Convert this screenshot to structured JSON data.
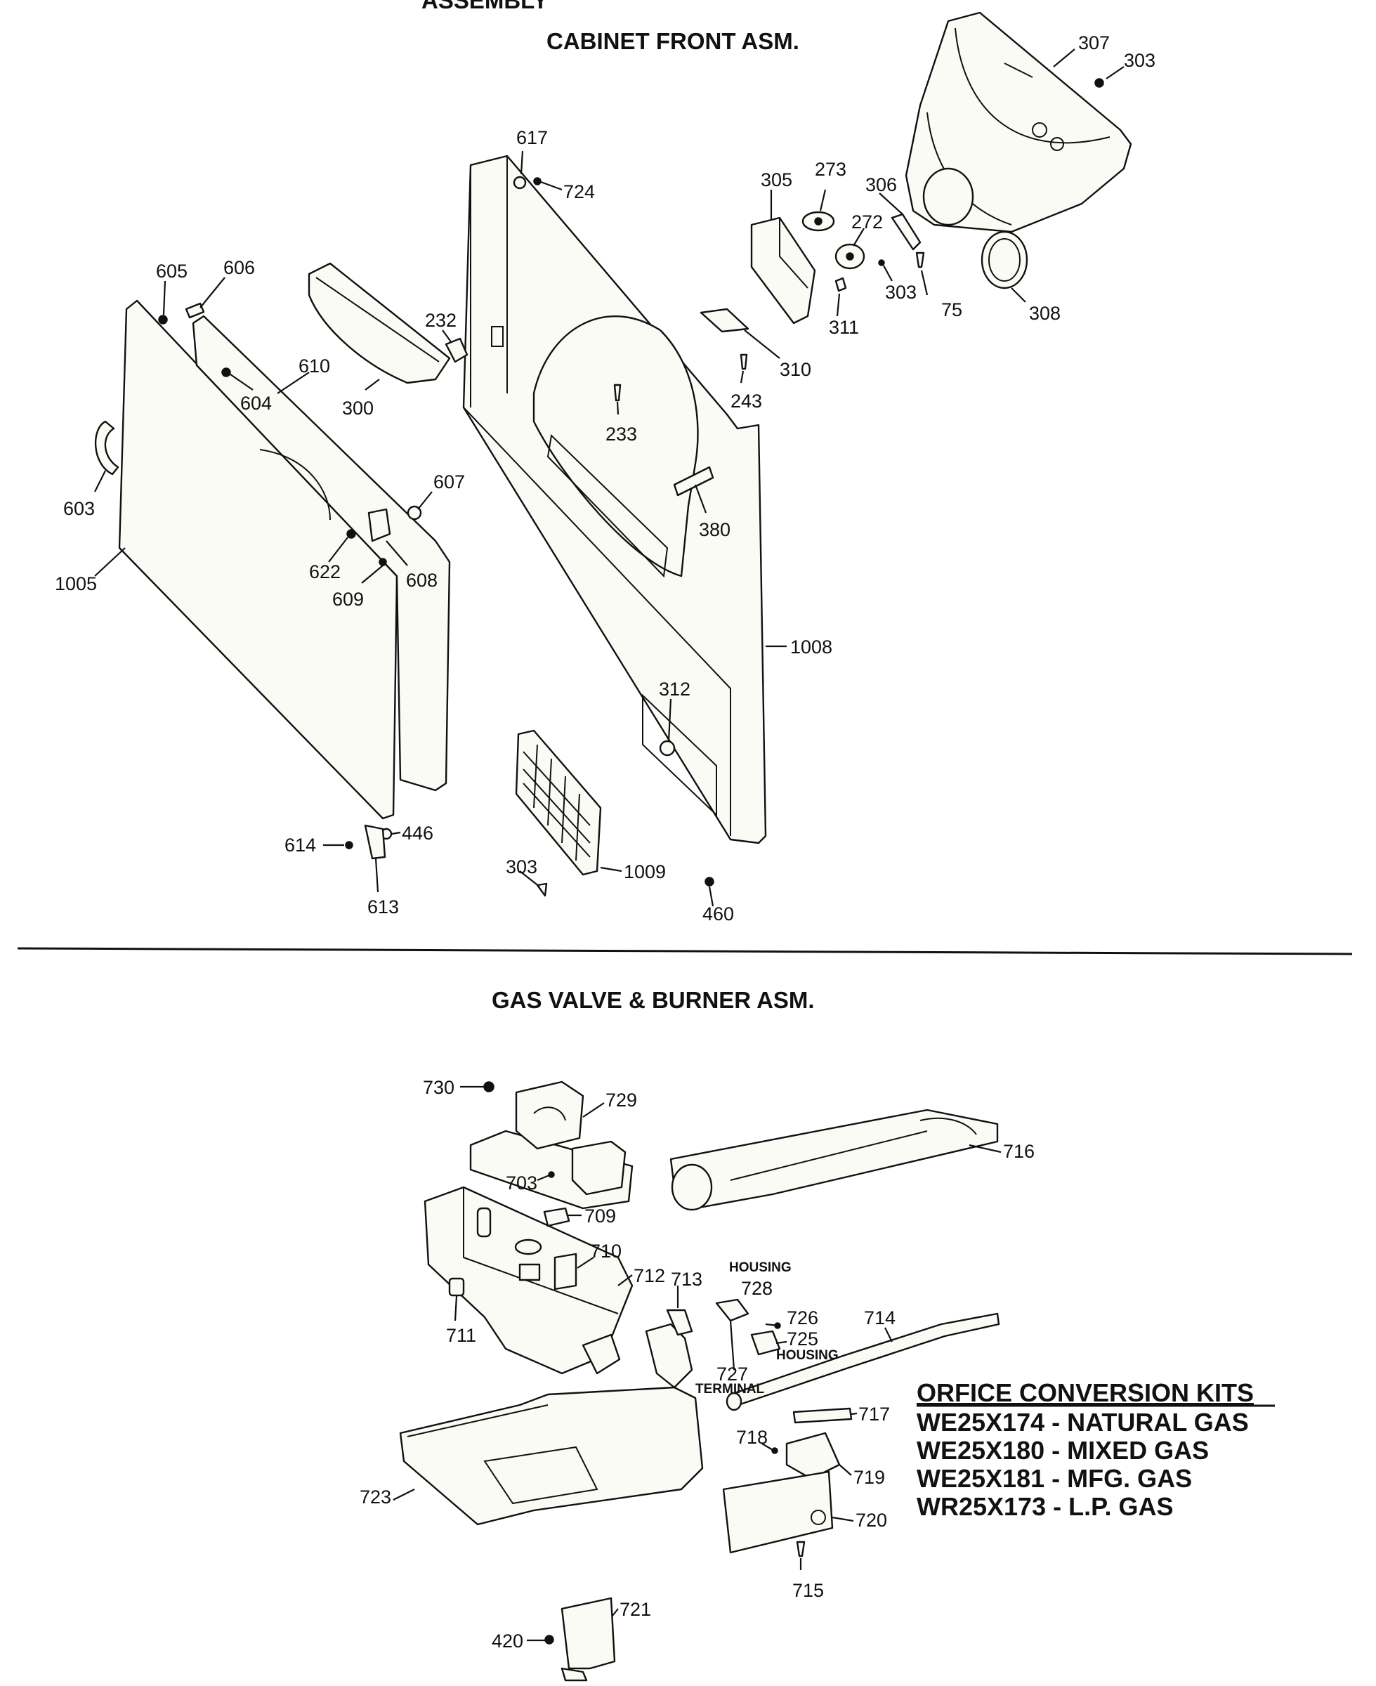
{
  "header": {
    "top_partial_title": "ASSEMBLY",
    "cabinet_title": "CABINET FRONT ASM.",
    "gas_title": "GAS VALVE & BURNER ASM."
  },
  "cabinet_labels": {
    "l307": "307",
    "l303a": "303",
    "l617": "617",
    "l724": "724",
    "l305": "305",
    "l273": "273",
    "l306": "306",
    "l272": "272",
    "l605": "605",
    "l606": "606",
    "l232": "232",
    "l303b": "303",
    "l75": "75",
    "l308": "308",
    "l311": "311",
    "l610": "610",
    "l604": "604",
    "l300": "300",
    "l310": "310",
    "l243": "243",
    "l233": "233",
    "l603": "603",
    "l607": "607",
    "l380": "380",
    "l1005": "1005",
    "l622": "622",
    "l608": "608",
    "l609": "609",
    "l1008": "1008",
    "l312": "312",
    "l614": "614",
    "l446": "446",
    "l613": "613",
    "l303c": "303",
    "l1009": "1009",
    "l460": "460"
  },
  "gas_labels": {
    "l730": "730",
    "l729": "729",
    "l716": "716",
    "l703": "703",
    "l709": "709",
    "l710": "710",
    "l712": "712",
    "l713": "713",
    "housing_top": "HOUSING",
    "l728": "728",
    "l726": "726",
    "l725": "725",
    "housing_side": "HOUSING",
    "l714": "714",
    "l711": "711",
    "l727": "727",
    "terminal": "TERMINAL",
    "l717": "717",
    "l718": "718",
    "l719": "719",
    "l723": "723",
    "l720": "720",
    "l715": "715",
    "l420": "420",
    "l721": "721"
  },
  "conversion_kits": {
    "title": "ORFICE CONVERSION KITS",
    "k1": "WE25X174 - NATURAL GAS",
    "k2": "WE25X180 - MIXED GAS",
    "k3": "WE25X181 - MFG. GAS",
    "k4": "WR25X173 - L.P. GAS"
  }
}
